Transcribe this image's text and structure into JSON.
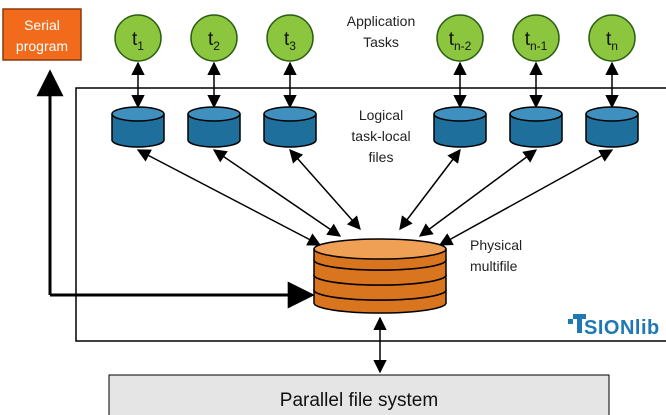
{
  "serial_program": {
    "line1": "Serial",
    "line2": "program"
  },
  "tasks": [
    {
      "base": "t",
      "sub": "1"
    },
    {
      "base": "t",
      "sub": "2"
    },
    {
      "base": "t",
      "sub": "3"
    },
    {
      "base": "t",
      "sub": "n-2"
    },
    {
      "base": "t",
      "sub": "n-1"
    },
    {
      "base": "t",
      "sub": "n"
    }
  ],
  "labels": {
    "application_tasks_line1": "Application",
    "application_tasks_line2": "Tasks",
    "logical_line1": "Logical",
    "logical_line2": "task-local",
    "logical_line3": "files",
    "physical_line1": "Physical",
    "physical_line2": "multifile",
    "parallel_fs": "Parallel file system"
  },
  "brand": {
    "icon_name": "sionlib-logo-icon",
    "text": "SIONlib"
  },
  "colors": {
    "task_fill": "#8cc63f",
    "task_stroke": "#2d5f14",
    "serial_fill": "#f26b1d",
    "serial_stroke": "#8a3a0c",
    "logical_fill": "#1f6f9c",
    "logical_top": "#3f8fbf",
    "physical_fill": "#d9741f",
    "physical_top": "#f0a055",
    "fs_fill": "#e5e5e5",
    "brand": "#1f77b4"
  }
}
